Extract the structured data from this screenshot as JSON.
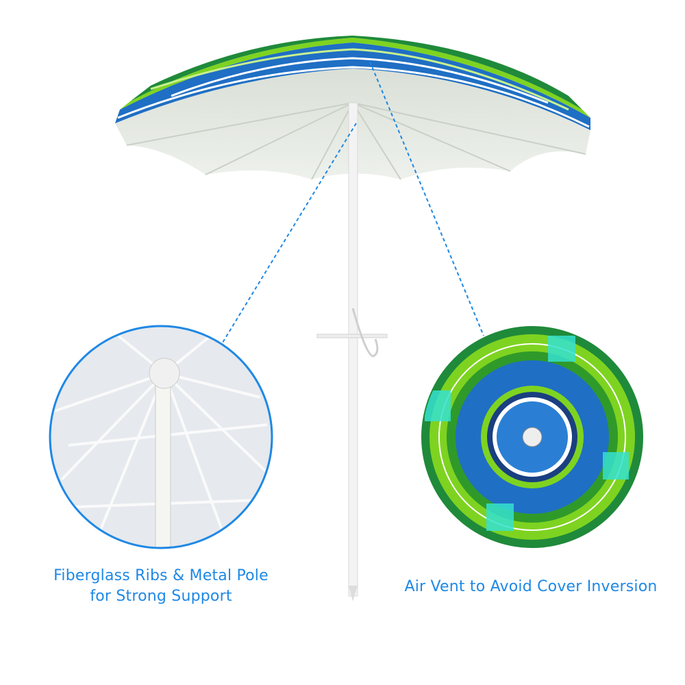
{
  "features": [
    {
      "line1": "Fiberglass Ribs & Metal Pole",
      "line2": "for Strong Support"
    },
    {
      "line1": "Air Vent to Avoid Cover Inversion"
    }
  ],
  "colors": {
    "caption": "#1e88e5",
    "callout_line": "#1e88e5",
    "stripe_green": "#7ed321",
    "stripe_blue": "#1f6fc4",
    "stripe_dark_green": "#1f8a3a"
  }
}
